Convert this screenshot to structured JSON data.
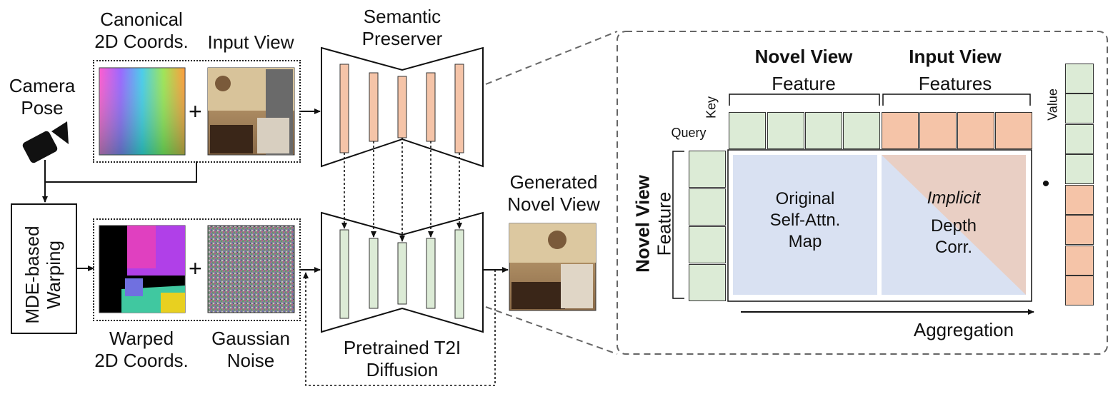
{
  "labels": {
    "canonical": "Canonical\n2D Coords.",
    "input_view": "Input View",
    "camera_pose": "Camera\nPose",
    "semantic_preserver": "Semantic\nPreserver",
    "mde_warping": "MDE-based\nWarping",
    "warped": "Warped\n2D Coords.",
    "gaussian": "Gaussian\nNoise",
    "pretrained": "Pretrained T2I\nDiffusion",
    "generated": "Generated\nNovel View",
    "plus": "+"
  },
  "attention": {
    "novel_view_feature_title": "Novel View",
    "novel_view_feature_sub": "Feature",
    "input_view_features_title": "Input View",
    "input_view_features_sub": "Features",
    "key": "Key",
    "query": "Query",
    "value": "Value",
    "row_title": "Novel View",
    "row_sub": "Feature",
    "original_map": "Original\nSelf-Attn.\nMap",
    "implicit": "Implicit",
    "depth_corr": "Depth\nCorr.",
    "aggregation": "Aggregation",
    "dot": "•"
  },
  "colors": {
    "green_feature": "#dcebd6",
    "orange_feature": "#f5c4a8",
    "attn_blue": "#d9e1f2",
    "attn_pink": "#e9cfc4"
  },
  "icons": [
    "camera-icon"
  ]
}
